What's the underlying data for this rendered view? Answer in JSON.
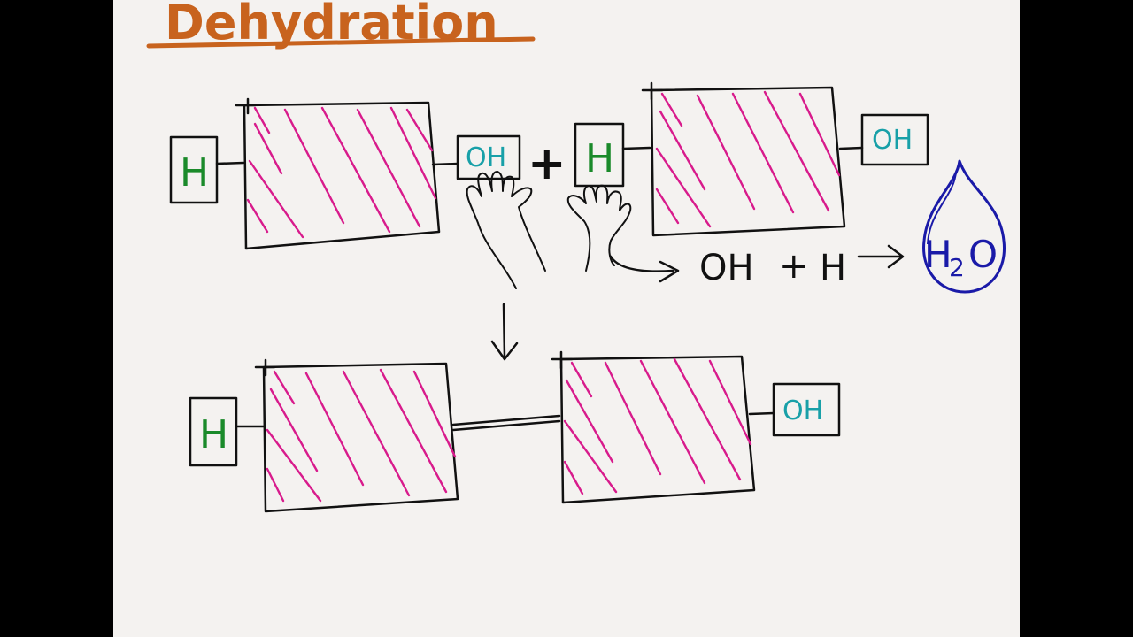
{
  "title": "Dehydration",
  "labels": {
    "h": "H",
    "oh": "OH",
    "plus": "+"
  },
  "equation": {
    "reactant_1": "OH",
    "plus": "+",
    "reactant_2": "H",
    "arrow": "→",
    "product_h": "H",
    "product_sub": "2",
    "product_o": "O"
  },
  "colors": {
    "page": "#f4f2f0",
    "letterbox": "#000000",
    "title": "#c8631e",
    "hatch": "#d81b8c",
    "h_label": "#1a8a2a",
    "oh_label": "#18a0a8",
    "water": "#1a1aa8",
    "ink": "#111111"
  },
  "icons": [
    "left-hand-icon",
    "right-hand-icon",
    "water-drop-icon"
  ]
}
